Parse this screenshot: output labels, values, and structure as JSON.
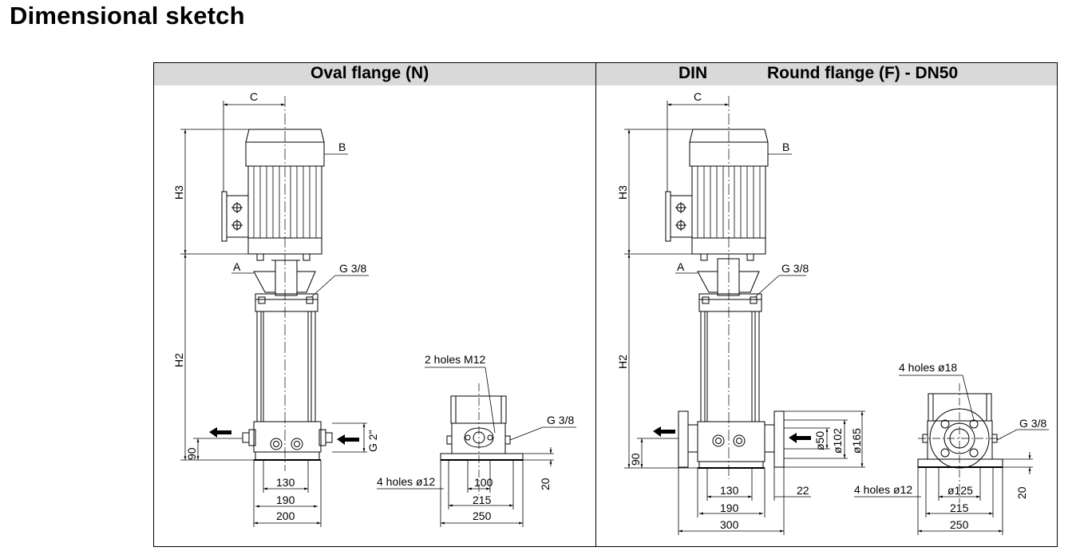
{
  "title": "Dimensional sketch",
  "left_panel": {
    "header": "Oval flange (N)",
    "labels": {
      "C": "C",
      "B": "B",
      "H3": "H3",
      "A": "A",
      "G38": "G 3/8",
      "H2": "H2",
      "holes_m12": "2 holes M12",
      "g38_side": "G 3/8",
      "g2": "G 2\"",
      "d90": "90",
      "d130": "130",
      "d190": "190",
      "d200": "200",
      "holes_d12": "4 holes ø12",
      "d100": "100",
      "d215": "215",
      "d250": "250",
      "d20": "20"
    }
  },
  "right_panel": {
    "header_din": "DIN",
    "header": "Round flange (F) - DN50",
    "labels": {
      "C": "C",
      "B": "B",
      "H3": "H3",
      "A": "A",
      "G38": "G 3/8",
      "H2": "H2",
      "holes_d18": "4 holes ø18",
      "g38_side": "G 3/8",
      "d50": "ø50",
      "d102": "ø102",
      "d165": "ø165",
      "d90": "90",
      "d130": "130",
      "d190": "190",
      "d300": "300",
      "d22": "22",
      "holes_d12": "4 holes ø12",
      "d125": "ø125",
      "d215": "215",
      "d250": "250",
      "d20": "20"
    }
  }
}
